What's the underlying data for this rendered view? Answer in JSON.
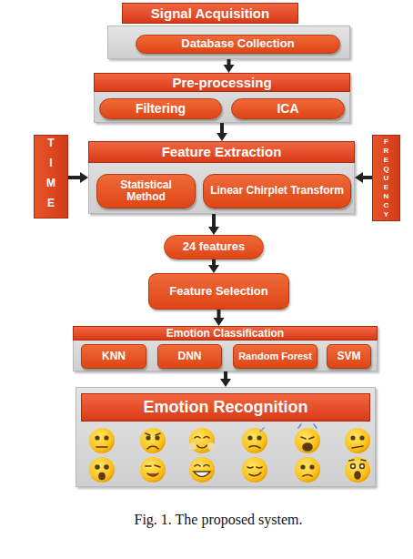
{
  "diagram": {
    "caption": "Fig. 1. The proposed system.",
    "nodes": [
      {
        "text": [
          "Signal Acquisition"
        ]
      },
      {
        "text": [
          "Database Collection"
        ],
        "in": 0
      },
      {
        "text": [
          "Pre-processing"
        ]
      },
      {
        "text": [
          "Filtering"
        ],
        "in": 2
      },
      {
        "text": [
          "ICA"
        ],
        "in": 2
      },
      {
        "text": [
          "TIME"
        ]
      },
      {
        "text": [
          "Feature Extraction"
        ]
      },
      {
        "text": [
          "Statistical Method"
        ],
        "in": 6
      },
      {
        "text": [
          "Linear Chirplet Transform"
        ],
        "in": 6
      },
      {
        "text": [
          "FREQUENCY"
        ]
      },
      {
        "text": [
          "24 features"
        ]
      },
      {
        "text": [
          "Feature Selection"
        ]
      },
      {
        "text": [
          "Emotion Classification"
        ]
      },
      {
        "text": [
          "KNN"
        ],
        "in": 12
      },
      {
        "text": [
          "DNN"
        ],
        "in": 12
      },
      {
        "text": [
          "Random Forest"
        ],
        "in": 12
      },
      {
        "text": [
          "SVM"
        ],
        "in": 12
      },
      {
        "text": [
          "Emotion Recognition"
        ]
      }
    ],
    "edges": [
      {
        "from": 0,
        "to": 2,
        "arrow": "to"
      },
      {
        "from": 2,
        "to": 6,
        "arrow": "to"
      },
      {
        "from": 5,
        "to": 6,
        "arrow": "to"
      },
      {
        "from": 9,
        "to": 6,
        "arrow": "to"
      },
      {
        "from": 6,
        "to": 10,
        "arrow": "to"
      },
      {
        "from": 10,
        "to": 11,
        "arrow": "to"
      },
      {
        "from": 11,
        "to": 12,
        "arrow": "to"
      },
      {
        "from": 12,
        "to": 17,
        "arrow": "to"
      }
    ]
  }
}
